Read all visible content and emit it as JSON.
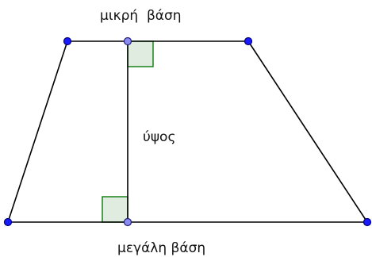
{
  "figure": {
    "labels": {
      "top_base": "μικρή  βάση",
      "height": "ύψος",
      "bottom_base": "μεγάλη βάση"
    },
    "colors": {
      "edge": "#000000",
      "vertex": "#1a1aff",
      "foot_point": "#8c8cf2",
      "right_angle_fill": "#e1ece1",
      "right_angle_stroke": "#0a7a0a"
    }
  }
}
